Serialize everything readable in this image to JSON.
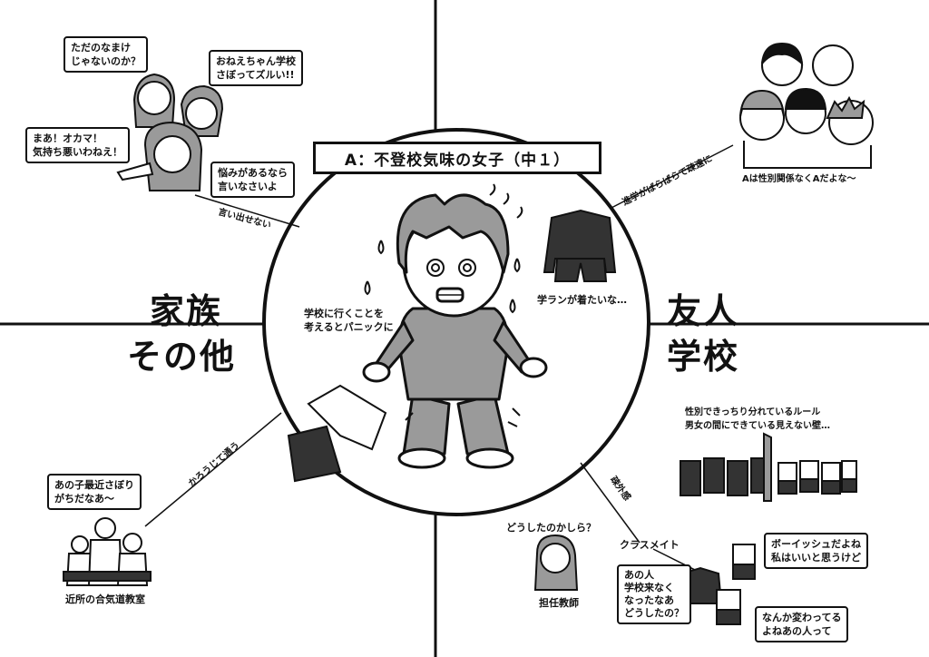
{
  "title": "A：不登校気味の女子（中１）",
  "quadrants": {
    "left_line1": "家族",
    "left_line2": "その他",
    "right_line1": "友人",
    "right_line2": "学校"
  },
  "connectors": {
    "family": "言い出せない",
    "dojo": "かろうじて通う",
    "friends": "進学がばらばらで疎遠に",
    "classmates": "疎外感"
  },
  "center": {
    "panic_text": "学校に行くことを\n考えるとパニックに",
    "gakuran_text": "学ランが着たいな…"
  },
  "family_bubbles": {
    "b1": "ただのなまけ\nじゃないのか？",
    "b2": "おねえちゃん学校\nさぼってズルい!!",
    "b3": "まあ！オカマ！\n気持ち悪いわねえ！",
    "b4": "悩みがあるなら\n言いなさいよ"
  },
  "dojo": {
    "bubble": "あの子最近さぼり\nがちだなあ～",
    "caption": "近所の合気道教室"
  },
  "friends": {
    "caption": "Aは性別関係なくAだよな～"
  },
  "school": {
    "rule_text": "性別できっちり分れているルール\n男女の間にできている見えない壁…",
    "teacher_bubble": "どうしたのかしら？",
    "teacher_caption": "担任教師",
    "classmates_label": "クラスメイト",
    "cm_bubble1": "あの人\n学校来なく\nなったなあ\nどうしたの？",
    "cm_bubble2": "ボーイッシュだよね\n私はいいと思うけど",
    "cm_bubble3": "なんか変わってる\nよねあの人って"
  }
}
